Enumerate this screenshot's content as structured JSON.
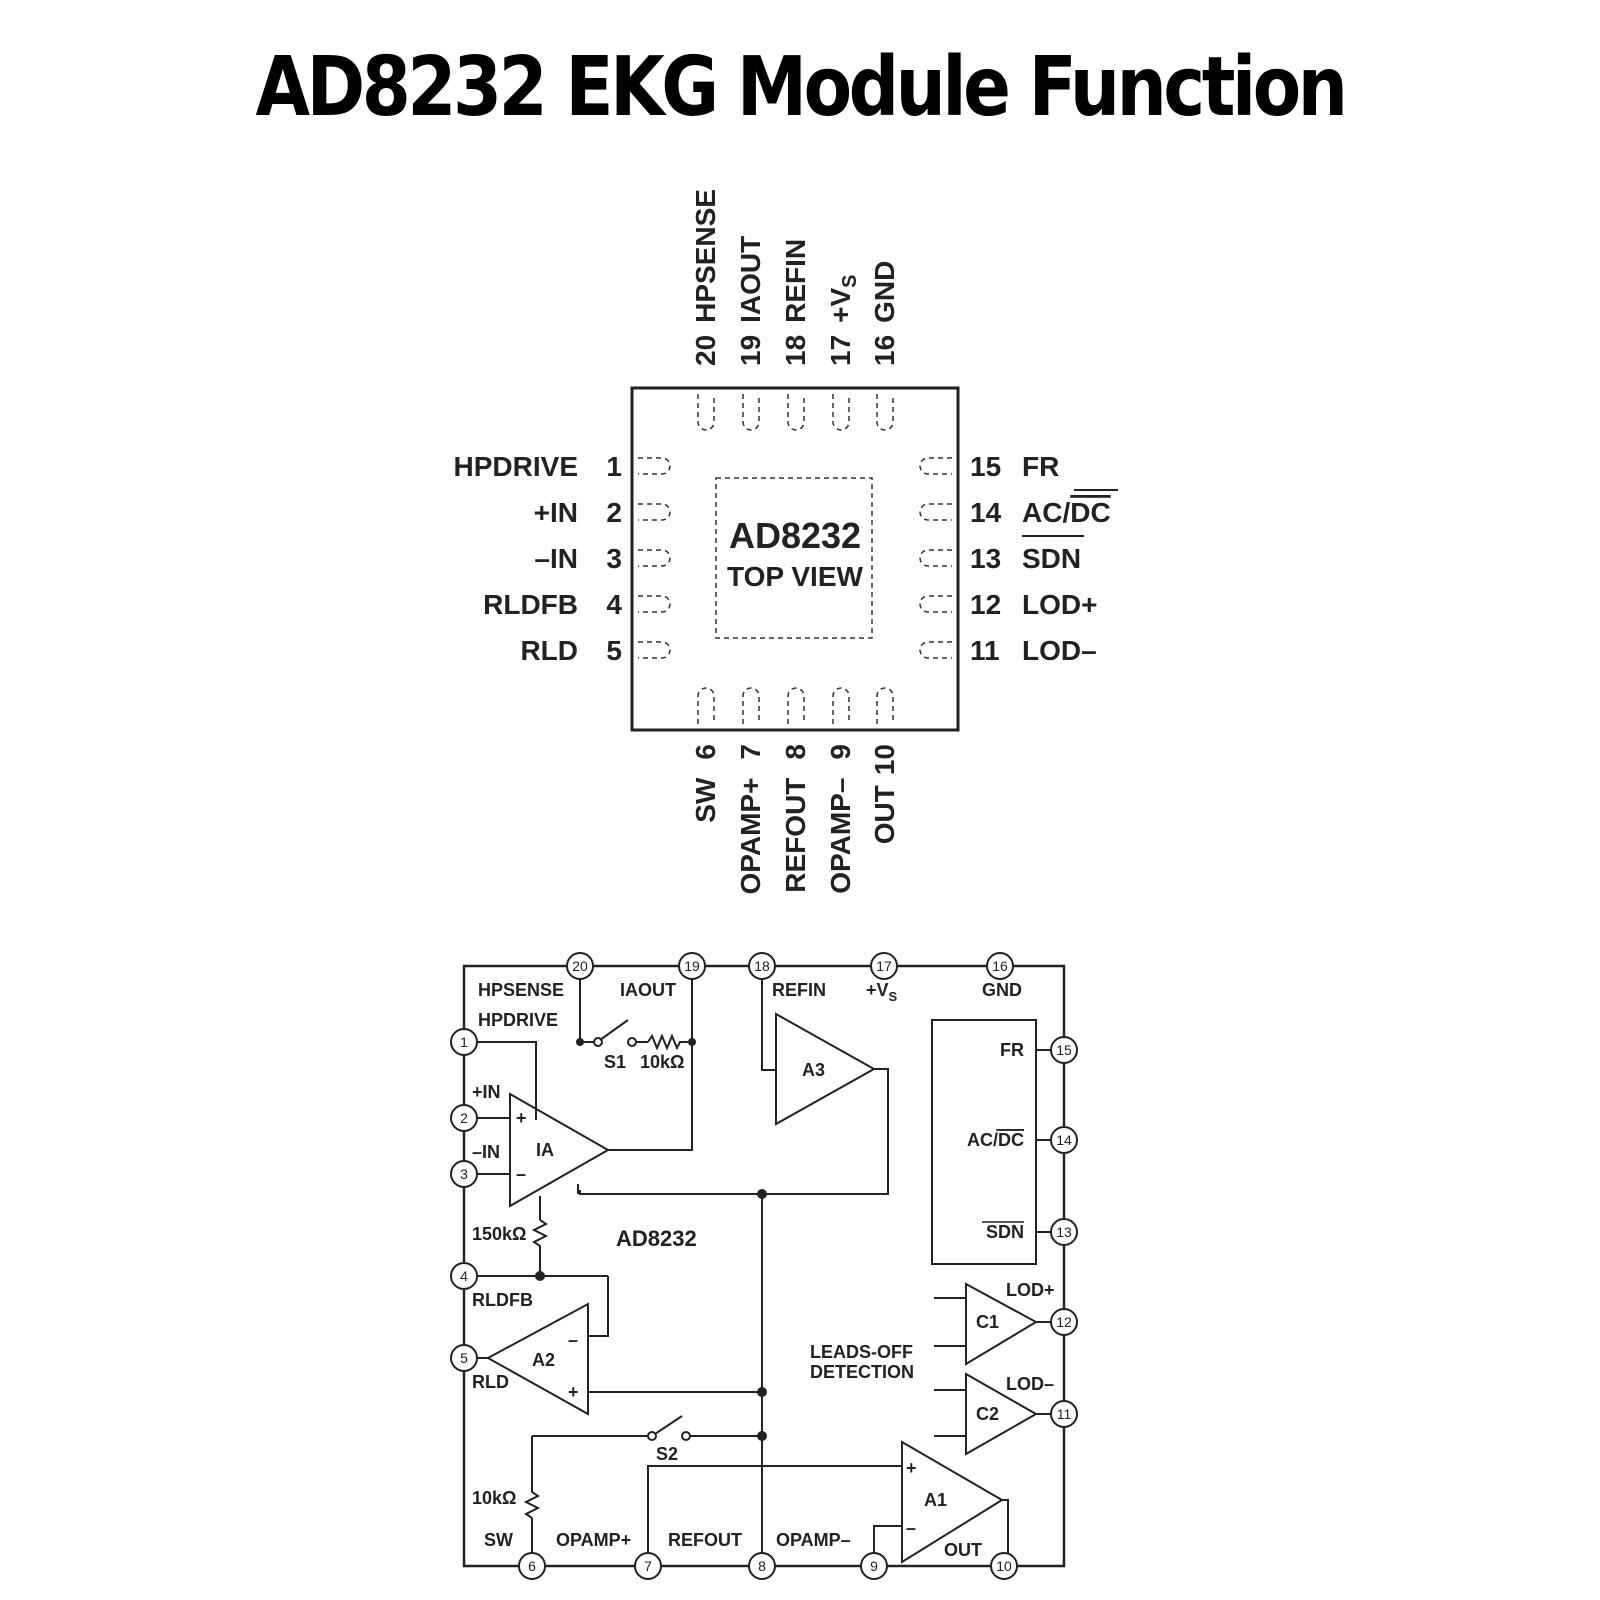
{
  "title": "AD8232 EKG Module Function",
  "package": {
    "chip": "AD8232",
    "view": "TOP VIEW",
    "pins": {
      "p1": {
        "num": "1",
        "name": "HPDRIVE"
      },
      "p2": {
        "num": "2",
        "name": "+IN"
      },
      "p3": {
        "num": "3",
        "name": "–IN"
      },
      "p4": {
        "num": "4",
        "name": "RLDFB"
      },
      "p5": {
        "num": "5",
        "name": "RLD"
      },
      "p6": {
        "num": "6",
        "name": "SW"
      },
      "p7": {
        "num": "7",
        "name": "OPAMP+"
      },
      "p8": {
        "num": "8",
        "name": "REFOUT"
      },
      "p9": {
        "num": "9",
        "name": "OPAMP–"
      },
      "p10": {
        "num": "10",
        "name": "OUT"
      },
      "p11": {
        "num": "11",
        "name": "LOD–"
      },
      "p12": {
        "num": "12",
        "name": "LOD+"
      },
      "p13": {
        "num": "13",
        "name": "SDN"
      },
      "p14": {
        "num": "14",
        "name_main": "AC/",
        "name_bar": "DC"
      },
      "p15": {
        "num": "15",
        "name": "FR"
      },
      "p16": {
        "num": "16",
        "name": "GND"
      },
      "p17": {
        "num": "17",
        "name_main": "+V",
        "name_sub": "S"
      },
      "p18": {
        "num": "18",
        "name": "REFIN"
      },
      "p19": {
        "num": "19",
        "name": "IAOUT"
      },
      "p20": {
        "num": "20",
        "name": "HPSENSE"
      }
    }
  },
  "block": {
    "chip": "AD8232",
    "labels": {
      "hpsense": "HPSENSE",
      "iaout": "IAOUT",
      "refin": "REFIN",
      "vs_main": "+V",
      "vs_sub": "S",
      "gnd": "GND",
      "hpdrive": "HPDRIVE",
      "in_plus": "+IN",
      "in_minus": "–IN",
      "rldfb": "RLDFB",
      "rld": "RLD",
      "sw": "SW",
      "opamp_plus": "OPAMP+",
      "refout": "REFOUT",
      "opamp_minus": "OPAMP–",
      "out": "OUT",
      "fr": "FR",
      "acdc_main": "AC/",
      "acdc_bar": "DC",
      "sdn": "SDN",
      "lod_plus": "LOD+",
      "lod_minus": "LOD–",
      "leads_off_1": "LEADS-OFF",
      "leads_off_2": "DETECTION"
    },
    "components": {
      "ia": "IA",
      "a1": "A1",
      "a2": "A2",
      "a3": "A3",
      "c1": "C1",
      "c2": "C2",
      "s1": "S1",
      "s2": "S2",
      "r_s1": "10kΩ",
      "r_150k": "150kΩ",
      "r_sw": "10kΩ"
    },
    "signs": {
      "plus": "+",
      "minus": "–"
    },
    "pin_numbers": [
      "1",
      "2",
      "3",
      "4",
      "5",
      "6",
      "7",
      "8",
      "9",
      "10",
      "11",
      "12",
      "13",
      "14",
      "15",
      "16",
      "17",
      "18",
      "19",
      "20"
    ]
  }
}
